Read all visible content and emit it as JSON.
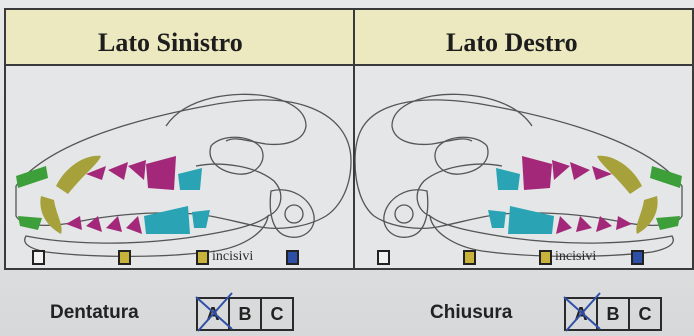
{
  "header": {
    "left_title": "Lato Sinistro",
    "right_title": "Lato Destro"
  },
  "legend": {
    "left_label": "incisivi",
    "right_label": "incisivi"
  },
  "bottom": {
    "dentatura_label": "Dentatura",
    "chiusura_label": "Chiusura",
    "dentatura_grades": [
      "A",
      "B",
      "C"
    ],
    "chiusura_grades": [
      "A",
      "B",
      "C"
    ],
    "dentatura_selected": "A",
    "chiusura_selected": "A"
  },
  "colors": {
    "incisors": "#3d9f3a",
    "canines": "#a6a13a",
    "premolars": "#a3287a",
    "molars": "#2aa4b4",
    "legend_yellow": "#c9b23a",
    "legend_blue": "#2e4fa8",
    "cross_mark": "#3050a8"
  }
}
